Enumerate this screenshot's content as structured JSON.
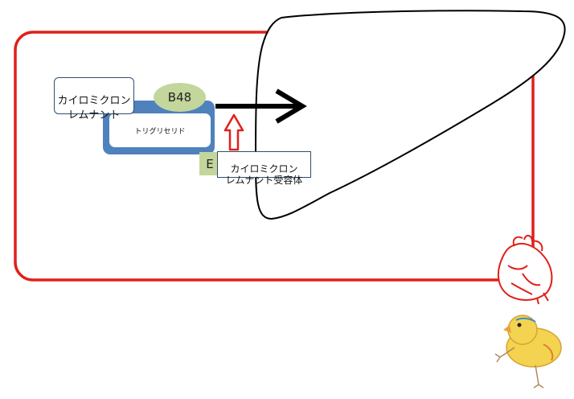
{
  "chylomicron_remnant_label": "カイロミクロン\nレムナント",
  "triglyceride_label": "トリグリセリド",
  "apob48_label": "B48",
  "apoe_label": "E",
  "receptor_label": "カイロミクロン\nレムナント受容体",
  "colors": {
    "circulation": "#e0201a",
    "particle": "#4f81bd",
    "apolipoprotein": "#c3d69b",
    "uptake_arrow": "#e0201a"
  },
  "icons": [
    "liver-outline",
    "heart-icon",
    "chick-icon"
  ]
}
